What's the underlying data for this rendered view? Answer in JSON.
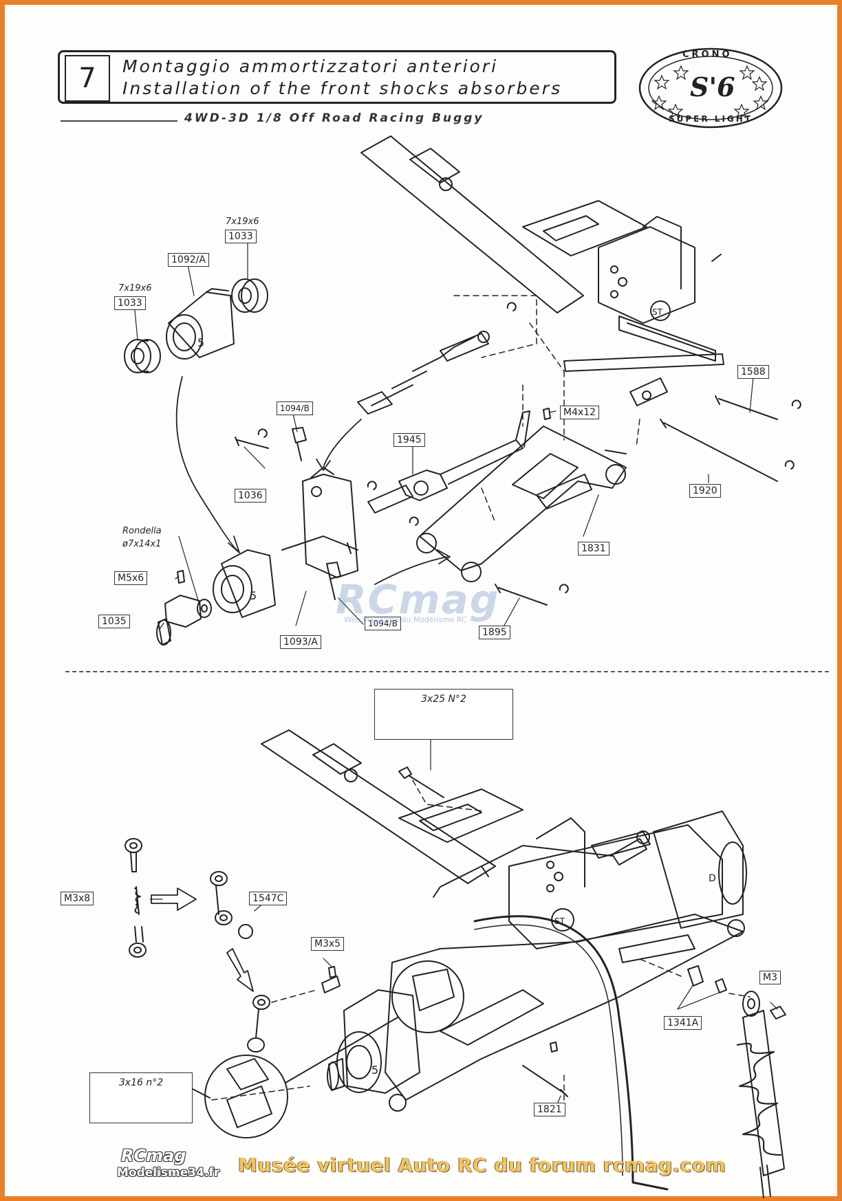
{
  "header": {
    "step_number": "7",
    "title_it": "Montaggio ammortizzatori anteriori",
    "title_en": "Installation of the front shocks absorbers",
    "subtitle": "4WD-3D 1/8 Off Road Racing Buggy"
  },
  "logo": {
    "top_text": "CRONO",
    "center_text": "S'6",
    "bottom_text": "SUPER LIGHT"
  },
  "parts_top": {
    "spec_7x19x6_a": "7x19x6",
    "bearing_1033_a": "1033",
    "spec_7x19x6_b": "7x19x6",
    "bearing_1033_b": "1033",
    "hub_1092a": "1092/A",
    "screw_1094b_a": "1094/B",
    "pin_1036": "1036",
    "washer_label": "Rondella",
    "washer_spec": "ø7x14x1",
    "grub_m5x6": "M5x6",
    "nut_1035": "1035",
    "carrier_1093a": "1093/A",
    "screw_1094b_b": "1094/B",
    "driveshaft_1945": "1945",
    "screw_m4x12": "M4x12",
    "pin_1588": "1588",
    "pin_1920": "1920",
    "arm_1831": "1831",
    "pin_1895": "1895"
  },
  "parts_bottom": {
    "screw_3x25": "3x25 N°2",
    "ballend_m3x8": "M3x8",
    "part_1547c": "1547C",
    "grub_m3x5": "M3x5",
    "screw_3x16": "3x16 n°2",
    "part_1341a": "1341A",
    "nut_m3": "M3",
    "pin_1821": "1821"
  },
  "watermark": {
    "brand": "RCmag",
    "tagline": "Web Magazine du Modélisme RC"
  },
  "footer": {
    "logo_text": "RCmag",
    "logo_subtext": "Modelisme34.fr",
    "banner_text": "Musée virtuel Auto RC du forum rcmag.com"
  },
  "colors": {
    "frame": "#e8802a",
    "banner": "#f0c46a",
    "ink": "#222222"
  }
}
